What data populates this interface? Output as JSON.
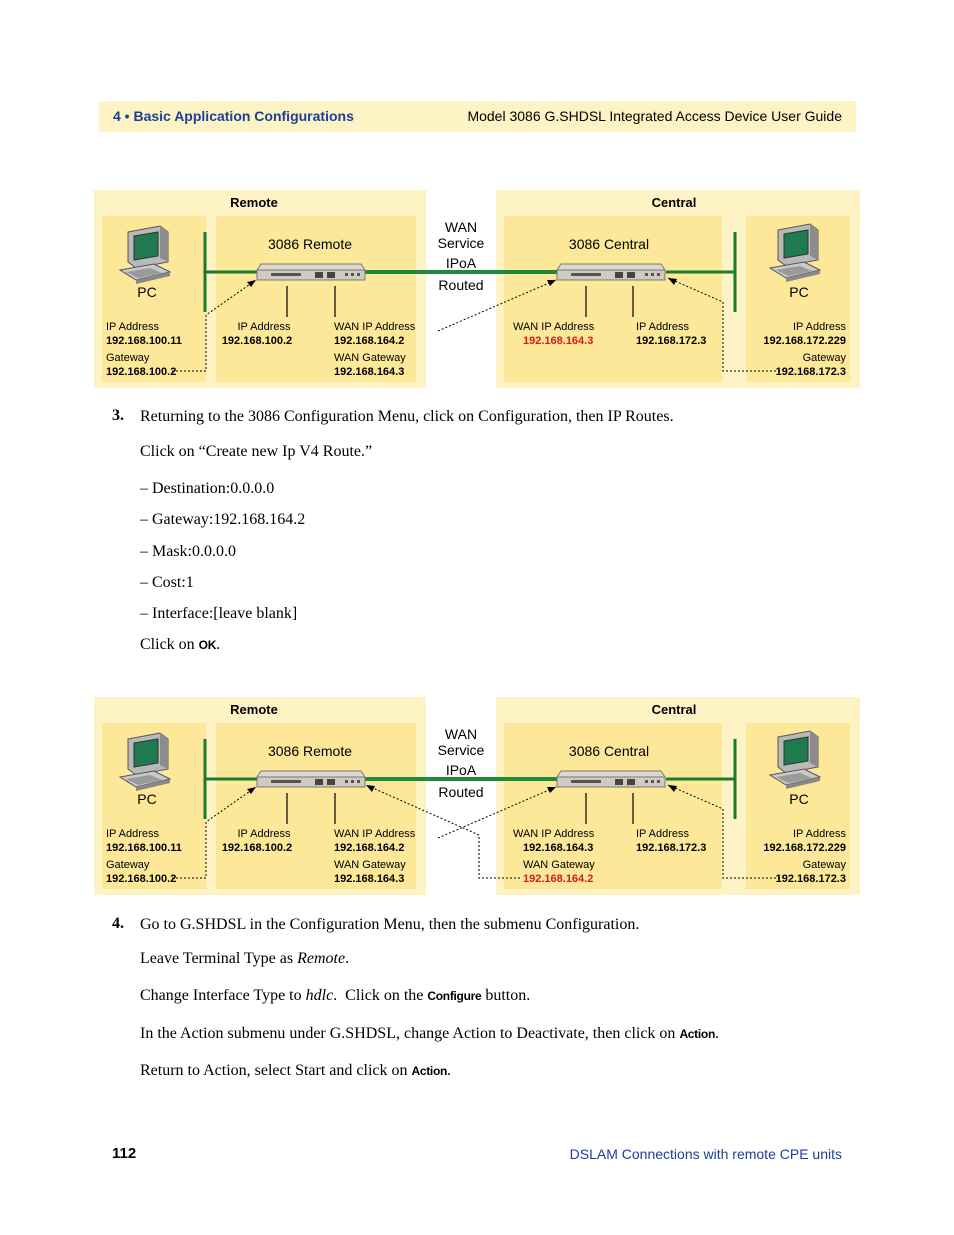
{
  "header": {
    "chapter": "4 • Basic Application Configurations",
    "guide": "Model 3086 G.SHDSL Integrated Access Device User Guide"
  },
  "diagram1": {
    "remote_label": "Remote",
    "central_label": "Central",
    "remote_device": "3086 Remote",
    "central_device": "3086 Central",
    "wan": "WAN",
    "service": "Service",
    "ipoa": "IPoA",
    "routed": "Routed",
    "pc": "PC",
    "left_pc_ip_label": "IP Address",
    "left_pc_ip": "192.168.100.11",
    "left_pc_gw_label": "Gateway",
    "left_pc_gw": "192.168.100.2",
    "remote_ip_label": "IP Address",
    "remote_ip": "192.168.100.2",
    "remote_wan_ip_label": "WAN IP Address",
    "remote_wan_ip": "192.168.164.2",
    "remote_wan_gw_label": "WAN Gateway",
    "remote_wan_gw": "192.168.164.3",
    "central_wan_ip_label": "WAN IP Address",
    "central_wan_ip": "192.168.164.3",
    "central_ip_label": "IP Address",
    "central_ip": "192.168.172.3",
    "right_pc_ip_label": "IP Address",
    "right_pc_ip": "192.168.172.229",
    "right_pc_gw_label": "Gateway",
    "right_pc_gw": "192.168.172.3"
  },
  "diagram2": {
    "remote_label": "Remote",
    "central_label": "Central",
    "remote_device": "3086 Remote",
    "central_device": "3086 Central",
    "wan": "WAN",
    "service": "Service",
    "ipoa": "IPoA",
    "routed": "Routed",
    "pc": "PC",
    "left_pc_ip_label": "IP Address",
    "left_pc_ip": "192.168.100.11",
    "left_pc_gw_label": "Gateway",
    "left_pc_gw": "192.168.100.2",
    "remote_ip_label": "IP Address",
    "remote_ip": "192.168.100.2",
    "remote_wan_ip_label": "WAN IP Address",
    "remote_wan_ip": "192.168.164.2",
    "remote_wan_gw_label": "WAN Gateway",
    "remote_wan_gw": "192.168.164.3",
    "central_wan_ip_label": "WAN IP Address",
    "central_wan_ip": "192.168.164.3",
    "central_wan_gw_label": "WAN Gateway",
    "central_wan_gw": "192.168.164.2",
    "central_ip_label": "IP Address",
    "central_ip": "192.168.172.3",
    "right_pc_ip_label": "IP Address",
    "right_pc_ip": "192.168.172.229",
    "right_pc_gw_label": "Gateway",
    "right_pc_gw": "192.168.172.3"
  },
  "step3": {
    "number": "3.",
    "text": "Returning to the 3086 Configuration Menu, click on Configuration, then IP Routes.",
    "create_route": "Click on “Create new Ip V4 Route.”",
    "items": [
      "– Destination:0.0.0.0",
      "– Gateway:192.168.164.2",
      "– Mask:0.0.0.0",
      "– Cost:1",
      "– Interface:[leave blank]"
    ],
    "click_on": "Click on ",
    "ok_button": "OK",
    "period": "."
  },
  "step4": {
    "number": "4.",
    "text": "Go to G.SHDSL in the Configuration Menu, then the submenu Configuration.",
    "leave_pre": "Leave Terminal Type as ",
    "leave_em": "Remote",
    "leave_post": ".",
    "change_pre": "Change Interface Type to ",
    "change_em": "hdlc",
    "change_mid": ".  Click on the ",
    "configure_button": "Configure",
    "change_post": " button.",
    "action_pre": "In the Action submenu under G.SHDSL, change Action to Deactivate, then click on ",
    "action_button": "Action",
    "action_post": ".",
    "return_pre": "Return to Action, select Start and click on ",
    "return_button": "Action",
    "return_post": "."
  },
  "footer": {
    "page_number": "112",
    "section": "DSLAM Connections with remote CPE units"
  },
  "colors": {
    "panel_outer": "#fdf3c4",
    "panel_inner": "#fde89a",
    "wan_link": "#1e8a3a",
    "lan_link": "#1a7a2e",
    "highlight": "#d0201c",
    "heading_blue": "#1d3f99"
  }
}
